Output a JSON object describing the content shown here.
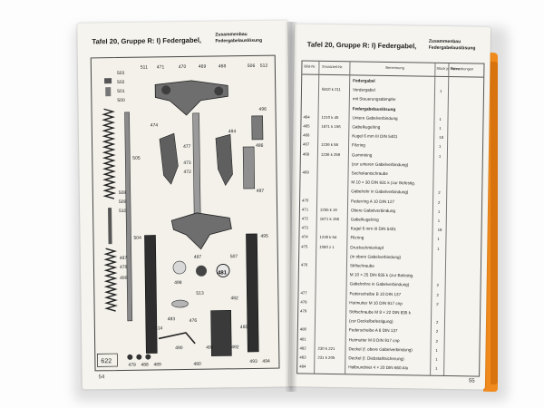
{
  "left_page": {
    "title": "Tafel 20, Gruppe R: I) Federgabel,",
    "subtitle_1": "Zusammenbau",
    "subtitle_2": "Federgabelauslösung",
    "page_number": "54",
    "callouts": [
      "471",
      "470",
      "469",
      "468",
      "503",
      "502",
      "501",
      "500",
      "505",
      "474",
      "477",
      "473",
      "472",
      "484",
      "508",
      "509",
      "510",
      "487",
      "486",
      "487",
      "478",
      "499",
      "498",
      "497",
      "507",
      "483",
      "476",
      "481",
      "482",
      "480",
      "479",
      "488",
      "489",
      "490",
      "491",
      "492",
      "493",
      "494",
      "495",
      "496",
      "506",
      "512",
      "511",
      "513",
      "504",
      "485",
      "514"
    ],
    "plate_ref": "622"
  },
  "right_page": {
    "title": "Tafel 20, Gruppe R: I) Federgabel,",
    "subtitle_1": "Zusammenbau",
    "subtitle_2": "Federgabelauslösung",
    "page_number": "55",
    "table_headers": [
      "Bild-Nr.",
      "Ersatzteil-Nr.",
      "Benennung",
      "Stück je Fahrz.",
      "Bemerkungen"
    ],
    "rows": [
      {
        "nr": "",
        "teil": "",
        "name": "Federgabel",
        "qty": "",
        "bold": true
      },
      {
        "nr": "",
        "teil": "6810 k 211",
        "name": "Vordergabel",
        "qty": "1",
        "bold": false
      },
      {
        "nr": "",
        "teil": "",
        "name": "mit Steuerungsdämpfer",
        "qty": "",
        "bold": false
      },
      {
        "nr": "",
        "teil": "",
        "name": "Federgabelauslösung",
        "qty": "",
        "bold": true
      },
      {
        "nr": "464",
        "teil": "1210 k 45",
        "name": "Untere Gabelverbindung",
        "qty": "1",
        "bold": false
      },
      {
        "nr": "465",
        "teil": "1871 k 156",
        "name": "Gabelkugelring",
        "qty": "1",
        "bold": false
      },
      {
        "nr": "466",
        "teil": "",
        "name": "Kugel 6 mm III DIN 5401",
        "qty": "18",
        "bold": false
      },
      {
        "nr": "467",
        "teil": "1236 k 58",
        "name": "Filzring",
        "qty": "1",
        "bold": false
      },
      {
        "nr": "468",
        "teil": "1236 k 259",
        "name": "Gummiring",
        "qty": "1",
        "bold": false
      },
      {
        "nr": "",
        "teil": "",
        "name": "(zur unteren Gabelverbindung)",
        "qty": "",
        "bold": false
      },
      {
        "nr": "469",
        "teil": "",
        "name": "Sechskantschraube",
        "qty": "",
        "bold": false
      },
      {
        "nr": "",
        "teil": "",
        "name": "M 10 × 30 DIN 931 k (zur Befestig.",
        "qty": "",
        "bold": false
      },
      {
        "nr": "",
        "teil": "",
        "name": "Gabelrohr in Gabelverbindung)",
        "qty": "2",
        "bold": false
      },
      {
        "nr": "470",
        "teil": "",
        "name": "Federring A 10 DIN 127",
        "qty": "2",
        "bold": false
      },
      {
        "nr": "471",
        "teil": "1255 k 16",
        "name": "Obere Gabelverbindung",
        "qty": "1",
        "bold": false
      },
      {
        "nr": "472",
        "teil": "1871 k 156",
        "name": "Gabelkugelring",
        "qty": "1",
        "bold": false
      },
      {
        "nr": "473",
        "teil": "",
        "name": "Kugel 6 mm III DIN 5401",
        "qty": "18",
        "bold": false
      },
      {
        "nr": "474",
        "teil": "1236 k 54",
        "name": "Filzring",
        "qty": "1",
        "bold": false
      },
      {
        "nr": "475",
        "teil": "1080 z 1",
        "name": "Druckschmierkopf",
        "qty": "1",
        "bold": false
      },
      {
        "nr": "",
        "teil": "",
        "name": "(in obere Gabelverbindung)",
        "qty": "",
        "bold": false
      },
      {
        "nr": "476",
        "teil": "",
        "name": "Stiftschraube",
        "qty": "",
        "bold": false
      },
      {
        "nr": "",
        "teil": "",
        "name": "M 10 × 25 DIN 835 k (zur Befestig.",
        "qty": "",
        "bold": false
      },
      {
        "nr": "",
        "teil": "",
        "name": "Gabelrohre in Gabelverbindung)",
        "qty": "2",
        "bold": false
      },
      {
        "nr": "477",
        "teil": "",
        "name": "Federscheibe B 10 DIN 137",
        "qty": "2",
        "bold": false
      },
      {
        "nr": "478",
        "teil": "",
        "name": "Hutmutter M 10 DIN 917 cnp",
        "qty": "2",
        "bold": false
      },
      {
        "nr": "479",
        "teil": "",
        "name": "Stiftschraube M 8 × 22 DIN 835 k",
        "qty": "",
        "bold": false
      },
      {
        "nr": "",
        "teil": "",
        "name": "(zur Deckelbefestigung)",
        "qty": "2",
        "bold": false
      },
      {
        "nr": "480",
        "teil": "",
        "name": "Federscheibe A 8 DIN 137",
        "qty": "2",
        "bold": false
      },
      {
        "nr": "481",
        "teil": "",
        "name": "Hutmutter M 8 DIN 917 cnp",
        "qty": "2",
        "bold": false
      },
      {
        "nr": "482",
        "teil": "230 k 221",
        "name": "Deckel (f. obere Gabelverbindung)",
        "qty": "1",
        "bold": false
      },
      {
        "nr": "483",
        "teil": "231 k 205",
        "name": "Deckel (f. Diebstahlsicherung)",
        "qty": "1",
        "bold": false
      },
      {
        "nr": "484",
        "teil": "",
        "name": "Halbrundniet 4 × 20 DIN 660 Alu",
        "qty": "1",
        "bold": false
      }
    ]
  },
  "colors": {
    "paper": "#f6f4ee",
    "ink": "#1b1b1b",
    "cover_orange": "#f08a1c"
  }
}
